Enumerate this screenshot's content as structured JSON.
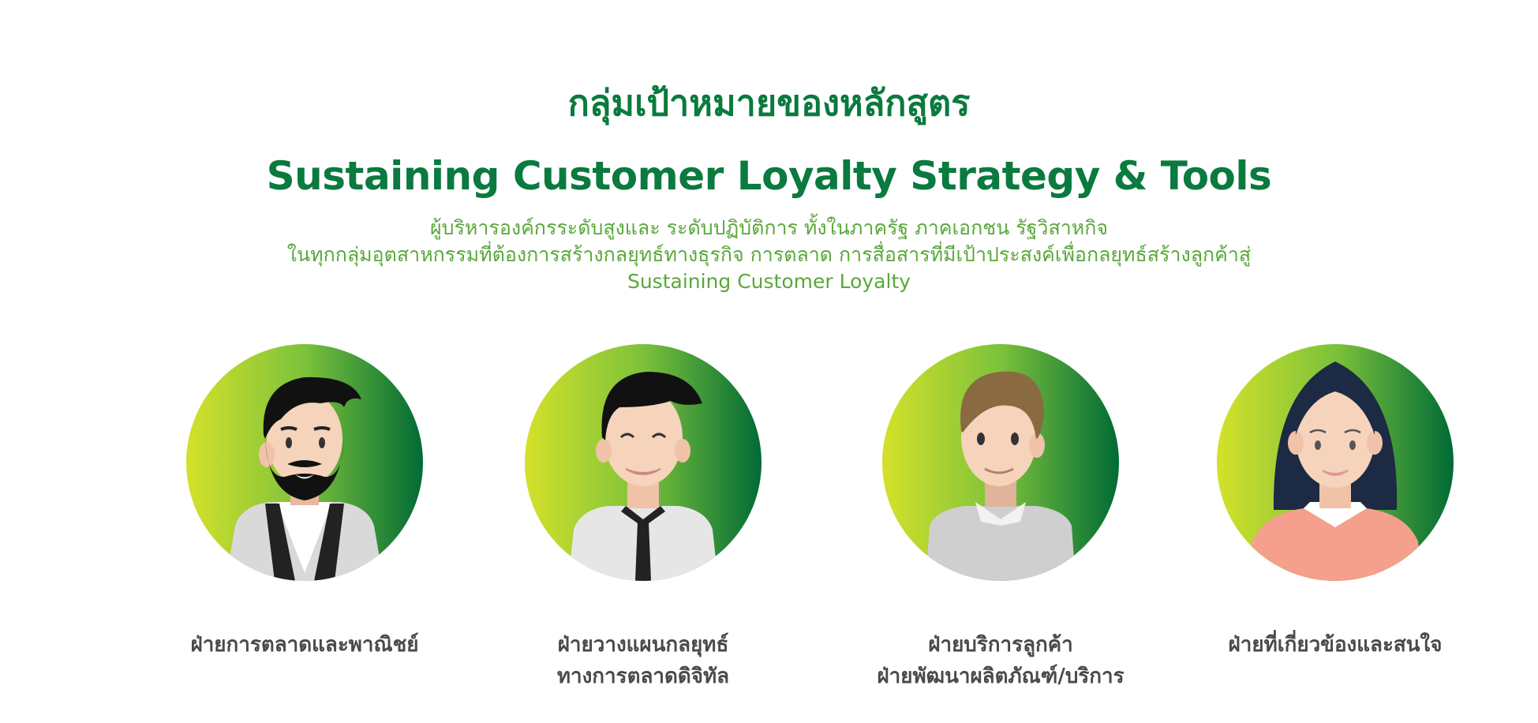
{
  "header": {
    "title_th": "กลุ่มเป้าหมายของหลักสูตร",
    "title_en": "Sustaining Customer Loyalty Strategy & Tools",
    "description": [
      "ผู้บริหารองค์กรระดับสูงและ ระดับปฏิบัติการ ทั้งในภาครัฐ ภาคเอกชน รัฐวิสาหกิจ",
      "ในทุกกลุ่มอุตสาหกรรมที่ต้องการสร้างกลยุทธ์ทางธุรกิจ การตลาด การสื่อสารที่มีเป้าประสงค์เพื่อกลยุทธ์สร้างลูกค้าสู่",
      "Sustaining Customer Loyalty"
    ]
  },
  "groups": [
    {
      "icon": "bearded-man-avatar-icon",
      "lines": [
        "ฝ่ายการตลาดและพาณิชย์"
      ]
    },
    {
      "icon": "man-with-tie-avatar-icon",
      "lines": [
        "ฝ่ายวางแผนกลยุทธ์",
        "ทางการตลาดดิจิทัล"
      ]
    },
    {
      "icon": "man-avatar-icon",
      "lines": [
        "ฝ่ายบริการลูกค้า",
        "ฝ่ายพัฒนาผลิตภัณฑ์/บริการ"
      ]
    },
    {
      "icon": "woman-avatar-icon",
      "lines": [
        "ฝ่ายที่เกี่ยวข้องและสนใจ"
      ]
    }
  ],
  "colors": {
    "title": "#0a7a3e",
    "description": "#5aa83c",
    "label": "#4a4a4a",
    "gradient_start": "#d4e12a",
    "gradient_end": "#006b35"
  }
}
